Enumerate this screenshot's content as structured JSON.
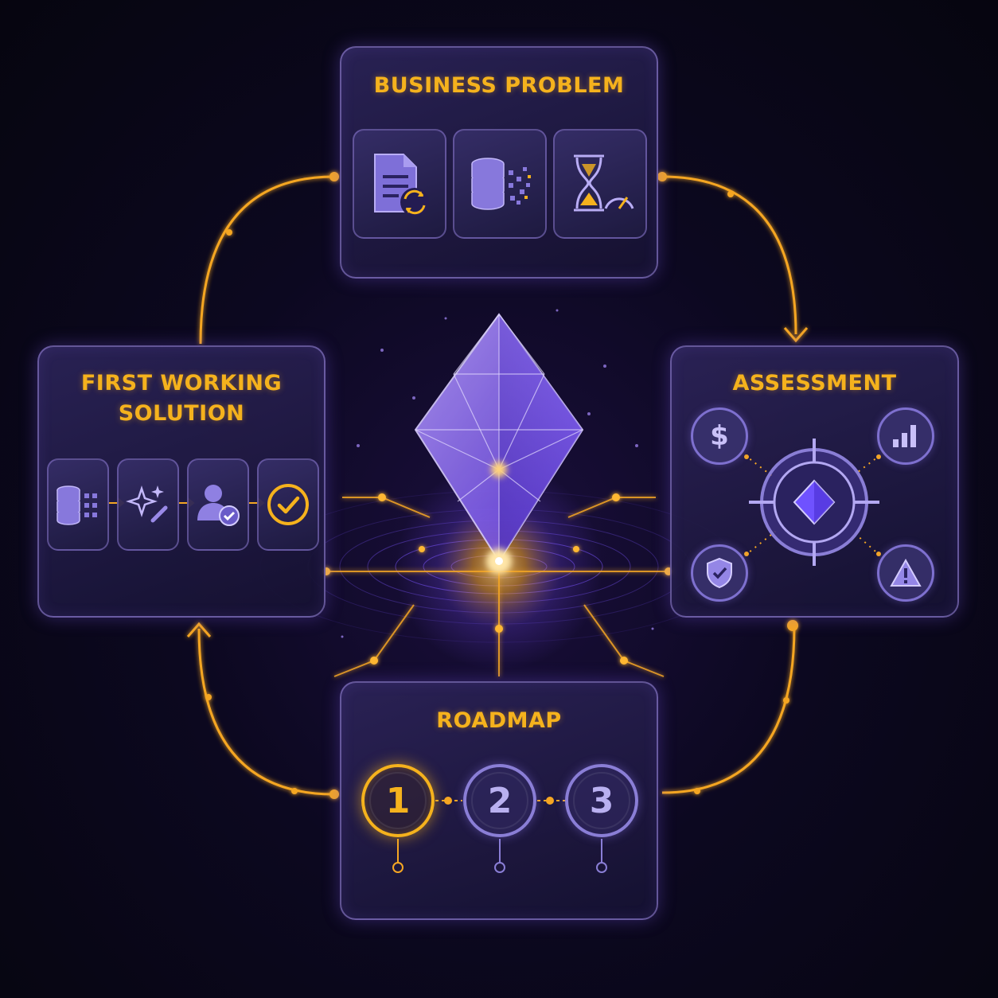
{
  "diagram": {
    "cards": {
      "business_problem": {
        "title": "BUSINESS PROBLEM"
      },
      "assessment": {
        "title": "ASSESSMENT"
      },
      "roadmap": {
        "title": "ROADMAP",
        "steps": [
          "1",
          "2",
          "3"
        ]
      },
      "first_working_solution": {
        "title_line1": "FIRST WORKING",
        "title_line2": "SOLUTION"
      }
    },
    "icons": {
      "business_problem": [
        "document-refresh-icon",
        "database-pixels-icon",
        "hourglass-gauge-icon"
      ],
      "assessment": [
        "dollar-icon",
        "bar-chart-icon",
        "shield-check-icon",
        "warning-icon",
        "target-gem-icon"
      ],
      "first_working_solution": [
        "database-grid-icon",
        "sparkle-wand-icon",
        "user-check-icon",
        "check-circle-icon"
      ],
      "center": "crystal-gem-icon"
    },
    "colors": {
      "accent_gold": "#f5b21d",
      "accent_purple": "#8a7ed6",
      "background": "#0c0820",
      "card_border": "#a08ce6"
    }
  }
}
